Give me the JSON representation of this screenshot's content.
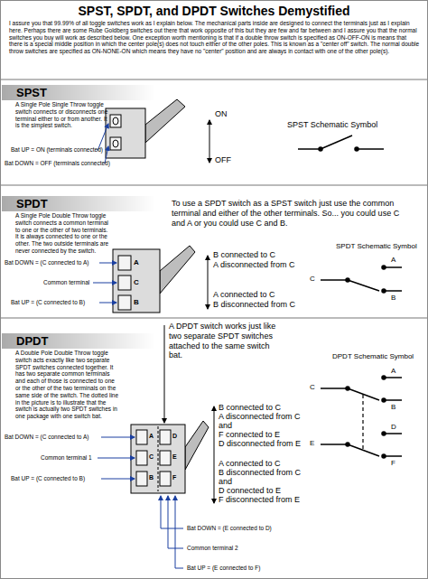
{
  "diagram": {
    "title": "SPST, SPDT, and DPDT Switches Demystified",
    "labels": [
      "I assure you that 99.99% of all toggle switches work as I explain below. The mechanical parts inside are designed to connect the terminals just as I explain here. Perhaps there are some Rube Goldberg switches out there that work opposite of this but they are few and far between and I assure you that the normal switches you buy will work as described below. One exception worth mentioning is that if a double throw switch is specified as ON-OFF-ON is means that there is a special middle position in which the center pole(s) does not touch either of the other poles. This is known as a \"center off\" switch. The normal double throw switches are specified as ON-NONE-ON which means they have no \"center\" position and are always in contact with one of the other pole(s).",
      "SPST",
      "A Single Pole Single Throw toggle switch connects or disconnects one terminal either to or from another. It is the simplest switch.",
      "Bat UP = ON (terminals connected)",
      "Bat DOWN = OFF (terminals connected)",
      "ON",
      "OFF",
      "SPST Schematic Symbol",
      "SPDT",
      "A Single Pole Double Throw toggle switch connects a common terminal to one or the other of two terminals. It is always connected to one or the other. The two outside terminals are never connected by the switch.",
      "To use a SPDT switch as a SPST switch just use the common terminal and either of the other terminals. So... you could use C and A or you could use C and B.",
      "B connected to C",
      "A disconnected from C",
      "A connected to C",
      "B disconnected from C",
      "Bat DOWN = (C connected to A)",
      "Common terminal",
      "Bat UP = (C connected to B)",
      "A",
      "C",
      "B",
      "SPDT Schematic Symbol",
      "A",
      "C",
      "B",
      "DPDT",
      "A Double Pole Double Throw toggle switch acts exactly like two separate SPDT switches connected together. It has two separate common terminals and each of those is connected to one or the other of the two terminals on the same side of the switch. The dotted line in the picture is to illustrate that the switch is actually two SPDT switches in one package with one switch bat.",
      "A DPDT switch works just like two separate SPDT switches attached to the same switch bat.",
      "DPDT Schematic Symbol",
      "C",
      "A",
      "B",
      "E",
      "D",
      "F",
      "B connected to C",
      "A disconnected from C",
      "and",
      "F connected to E",
      "D disconnected from E",
      "A connected to C",
      "B disconnected from C",
      "and",
      "D connected to E",
      "F disconnected from E",
      "Bat DOWN = (C connected to A)",
      "Common terminal 1",
      "Bat UP = (C connected to B)",
      "Bat DOWN = (E connected to D)",
      "Common terminal 2",
      "Bat UP = (E connected to F)",
      "A",
      "D",
      "C",
      "E",
      "B",
      "F"
    ]
  }
}
